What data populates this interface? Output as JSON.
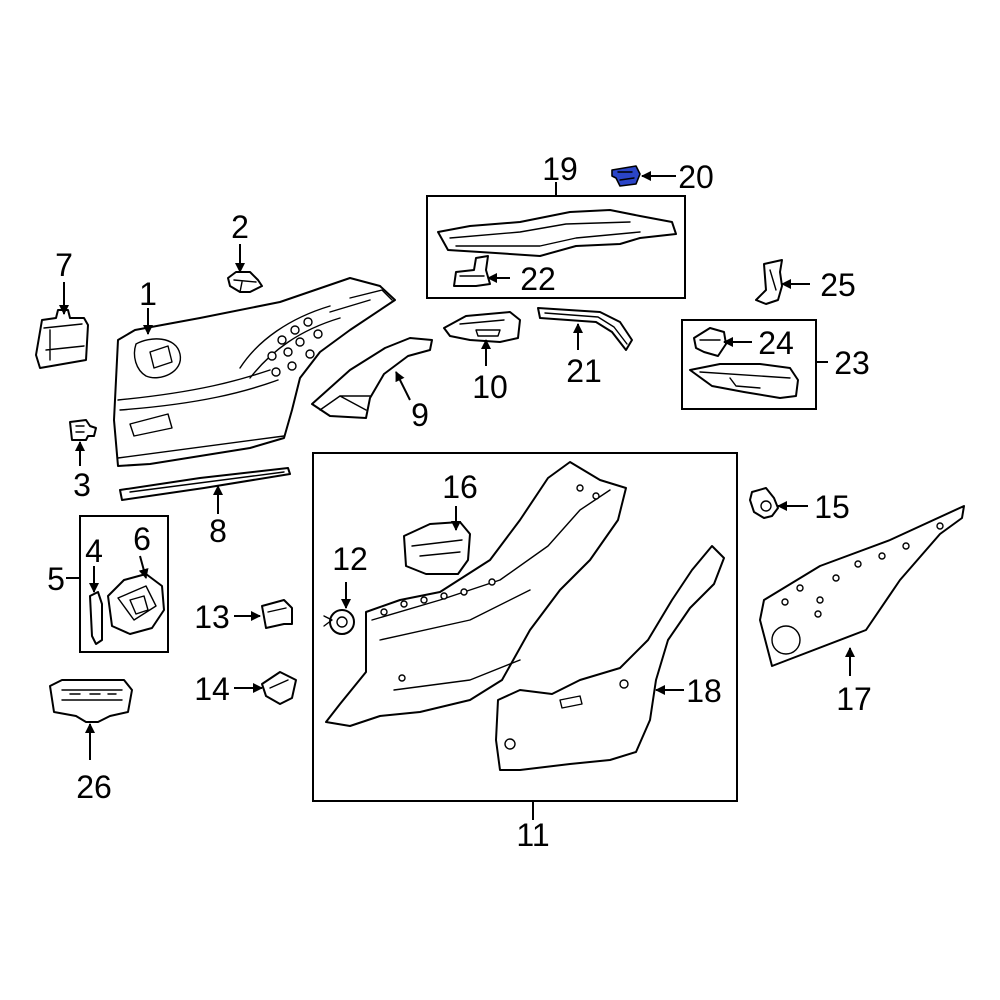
{
  "callouts": {
    "c1": "1",
    "c2": "2",
    "c3": "3",
    "c4": "4",
    "c5": "5",
    "c6": "6",
    "c7": "7",
    "c8": "8",
    "c9": "9",
    "c10": "10",
    "c11": "11",
    "c12": "12",
    "c13": "13",
    "c14": "14",
    "c15": "15",
    "c16": "16",
    "c17": "17",
    "c18": "18",
    "c19": "19",
    "c20": "20",
    "c21": "21",
    "c22": "22",
    "c23": "23",
    "c24": "24",
    "c25": "25",
    "c26": "26"
  },
  "colors": {
    "highlight": "#2b45c8",
    "line": "#000000",
    "background": "#ffffff"
  },
  "highlighted_part": "20"
}
